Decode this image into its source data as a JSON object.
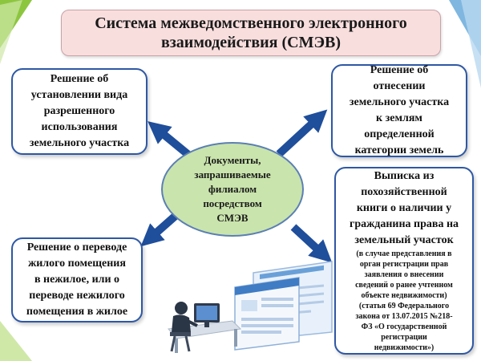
{
  "title": {
    "lines": [
      "Система межведомственного электронного",
      "взаимодействия (СМЭВ)"
    ]
  },
  "center": {
    "lines": [
      "Документы,",
      "запрашиваемые",
      "филиалом",
      "посредством",
      "СМЭВ"
    ]
  },
  "boxes": {
    "top_left": {
      "lines": [
        "Решение об",
        "установлении вида",
        "разрешенного",
        "использования",
        "земельного участка"
      ]
    },
    "top_right": {
      "lines": [
        "Решение об",
        "отнесении",
        "земельного участка",
        "к землям",
        "определенной",
        "категории земель"
      ]
    },
    "bottom_left": {
      "lines": [
        "Решение о переводе",
        "жилого помещения",
        "в нежилое, или о",
        "переводе нежилого",
        "помещения в жилое"
      ]
    },
    "bottom_right": {
      "lines": [
        "Выписка из",
        "похозяйственной",
        "книги о наличии у",
        "гражданина права на",
        "земельный участок"
      ],
      "note_lines": [
        "(в случае представления в",
        "орган регистрации прав",
        "заявления о внесении",
        "сведений о ранее учтенном",
        "объекте недвижимости)",
        "(статья 69 Федерального",
        "закона от 13.07.2015 №218-",
        "ФЗ «О государственной",
        "регистрации",
        "недвижимости»)"
      ]
    }
  },
  "icons": {
    "illustration": "computer-workstation-illustration",
    "arrows": "arrow-icon"
  },
  "colors": {
    "box_border": "#2e58a4",
    "arrow": "#1f4e9b",
    "center_fill": "#c9e4ac",
    "title_fill": "#f9dede"
  }
}
